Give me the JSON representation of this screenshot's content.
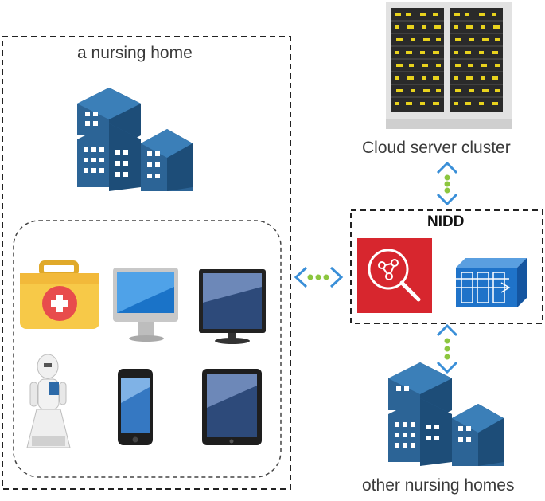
{
  "labels": {
    "nursing_home": "a nursing home",
    "cloud": "Cloud server cluster",
    "nidd": "NIDD",
    "other_homes": "other nursing homes"
  },
  "colors": {
    "building_blue": "#2c6496",
    "building_dark": "#1d4d78",
    "window": "#ffffff",
    "arrow_blue": "#3a8fd8",
    "dot_green": "#8cc63f",
    "nidd_red": "#d7262e",
    "firewall_blue": "#1f73c9",
    "medkit_yellow": "#f7c948",
    "dash": "#222222"
  },
  "icons": {
    "building": "building-cluster-icon",
    "server": "server-rack-icon",
    "devices": [
      "medical-kit-icon",
      "imac-icon",
      "monitor-icon",
      "robot-icon",
      "smartphone-icon",
      "tablet-icon"
    ],
    "nidd": [
      "network-search-icon",
      "firewall-icon"
    ],
    "links": [
      "bidirectional-arrow-icon"
    ]
  }
}
